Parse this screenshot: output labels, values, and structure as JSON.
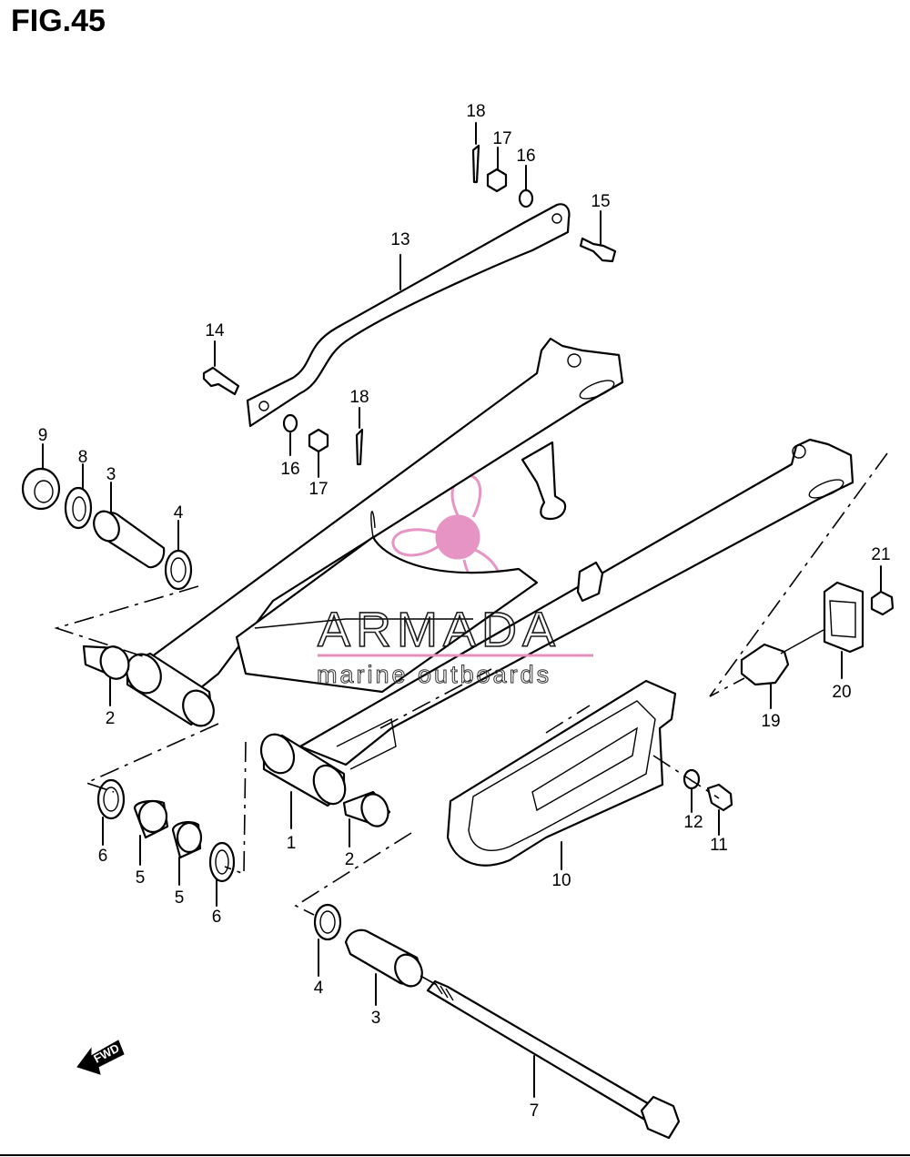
{
  "figure_title": "FIG.45",
  "watermark": {
    "brand": "ARMADA",
    "tagline": "marine outboards",
    "logo_color": "#e48fc0",
    "rule_color": "#e48fc0"
  },
  "fwd_label": "FWD",
  "callouts": [
    "1",
    "2",
    "2",
    "3",
    "3",
    "4",
    "4",
    "5",
    "5",
    "6",
    "6",
    "7",
    "8",
    "9",
    "10",
    "11",
    "12",
    "13",
    "14",
    "15",
    "16",
    "16",
    "17",
    "17",
    "18",
    "18",
    "19",
    "20",
    "21"
  ]
}
